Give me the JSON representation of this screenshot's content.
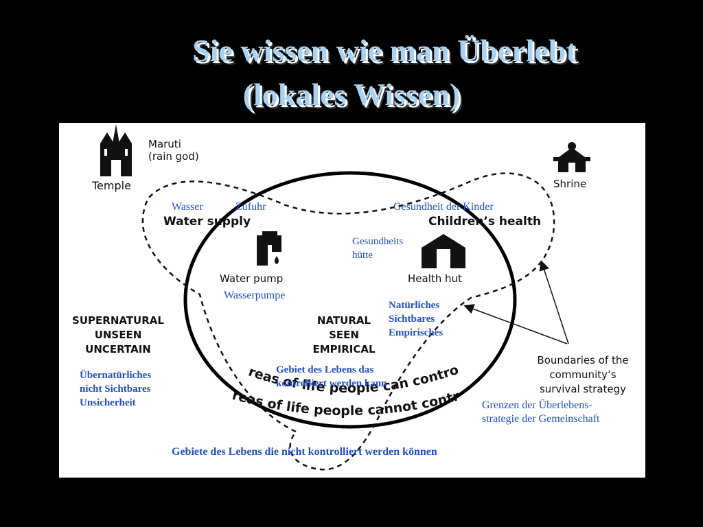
{
  "title": {
    "line1": "Sie wissen wie man Überlebt",
    "line2": "(lokales Wissen)"
  },
  "diagram": {
    "temple_label": "Temple",
    "maruti_line1": "Maruti",
    "maruti_line2": "(rain god)",
    "shrine_label": "Shrine",
    "water_supply": "Water supply",
    "childrens_health": "Children’s health",
    "water_pump": "Water pump",
    "health_hut": "Health hut",
    "supernatural": [
      "SUPERNATURAL",
      "UNSEEN",
      "UNCERTAIN"
    ],
    "natural": [
      "NATURAL",
      "SEEN",
      "EMPIRICAL"
    ],
    "boundaries": [
      "Boundaries of the",
      "community’s",
      "survival strategy"
    ],
    "areas_can": "Areas of life people can control",
    "areas_cannot": "Areas of life people cannot control"
  },
  "translations": {
    "wasser": "Wasser",
    "zufuhr": "Zufuhr",
    "gesundheit_kinder": "Gesundheit der Kinder",
    "gesundheits_huette": [
      "Gesundheits",
      "hütte"
    ],
    "wasserpumpe": "Wasserpumpe",
    "natuerliches": [
      "Natürliches",
      "Sichtbares",
      "Empirisches"
    ],
    "uebernatuerliches": [
      "Übernatürliches",
      "nicht Sichtbares",
      "Unsicherheit"
    ],
    "gebiet_kontrolliert": [
      "Gebiet des Lebens das",
      "kontrolliert werden kann"
    ],
    "grenzen": [
      "Grenzen der Überlebens-",
      "strategie der Gemeinschaft"
    ],
    "gebiete_nicht": "Gebiete des Lebens die nicht kontrolliert werden können"
  }
}
